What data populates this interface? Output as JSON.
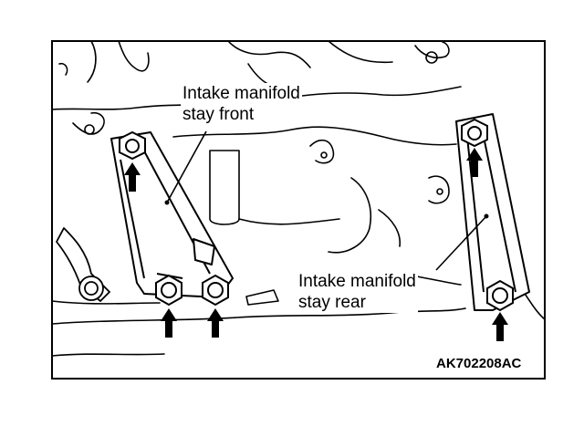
{
  "labels": {
    "front_line1": "Intake manifold",
    "front_line2": "stay front",
    "rear_line1": "Intake manifold",
    "rear_line2": "stay rear",
    "figure_code": "AK702208AC"
  },
  "arrow_count": 5,
  "colors": {
    "line": "#000000",
    "background": "#ffffff"
  }
}
